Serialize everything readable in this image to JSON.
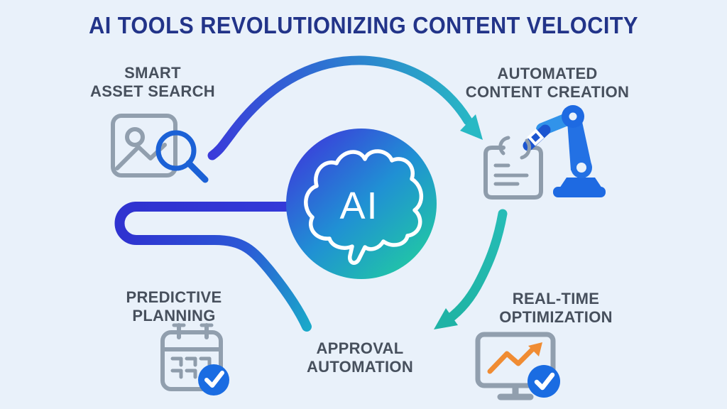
{
  "title": "AI TOOLS REVOLUTIONIZING CONTENT VELOCITY",
  "center": {
    "label": "AI",
    "icon": "brain-icon"
  },
  "nodes": [
    {
      "id": "smart-asset-search",
      "line1": "SMART",
      "line2": "ASSET SEARCH",
      "icon": "image-search-icon"
    },
    {
      "id": "automated-content-creation",
      "line1": "AUTOMATED",
      "line2": "CONTENT CREATION",
      "icon": "robot-arm-document-icon"
    },
    {
      "id": "predictive-planning",
      "line1": "PREDICTIVE",
      "line2": "PLANNING",
      "icon": "calendar-check-icon"
    },
    {
      "id": "approval-automation",
      "line1": "APPROVAL",
      "line2": "AUTOMATION",
      "icon": "none"
    },
    {
      "id": "real-time-optimization",
      "line1": "REAL-TIME",
      "line2": "OPTIMIZATION",
      "icon": "monitor-trend-check-icon"
    }
  ],
  "colors": {
    "background": "#e9f1fa",
    "title_navy": "#223489",
    "label_slate": "#47505d",
    "arc_blue": "#3a3bda",
    "arc_cyan": "#1aa9c9",
    "arc_teal": "#28b9c4",
    "right_arrow_teal": "#21b4a8",
    "circle_gradient_start": "#3c38db",
    "circle_gradient_mid": "#2090d4",
    "circle_gradient_end": "#21ce9f",
    "icon_outline_gray": "#919fae",
    "icon_blue": "#1e6ae2",
    "check_circle_blue": "#1a6ce2",
    "accent_orange": "#f08c33"
  }
}
